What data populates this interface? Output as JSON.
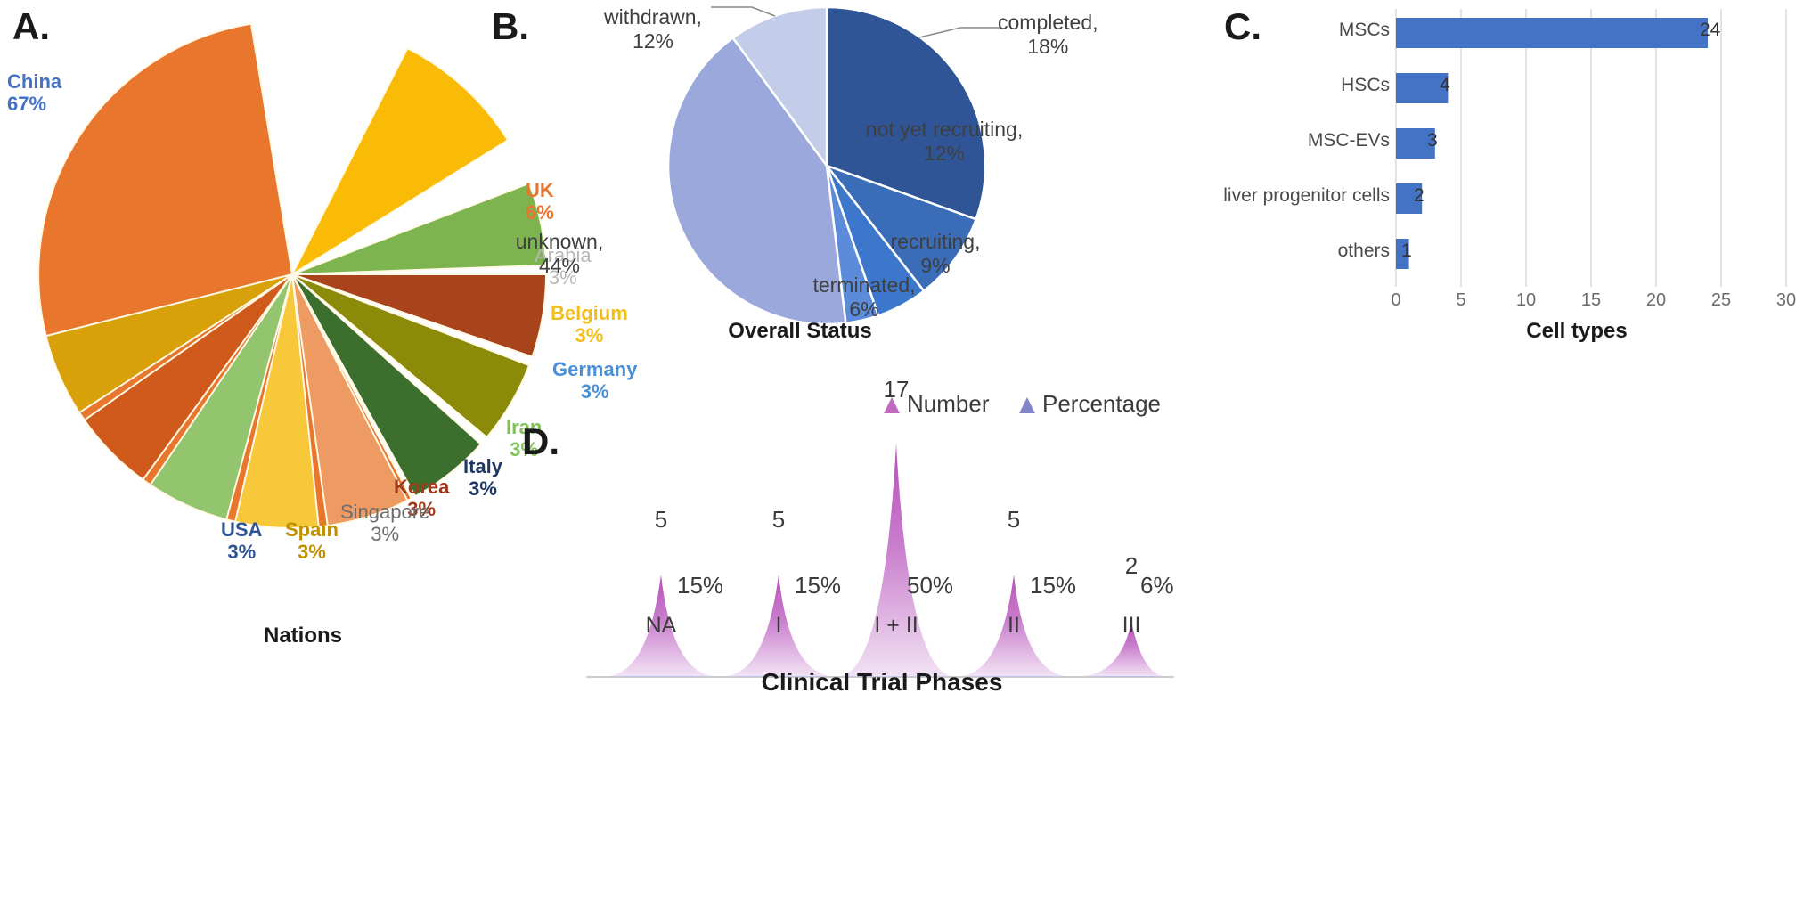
{
  "figure": {
    "panel_labels": {
      "a": "A.",
      "b": "B.",
      "c": "C.",
      "d": "D."
    }
  },
  "chart_data": [
    {
      "panel": "A",
      "type": "pie",
      "title": "Nations",
      "xlabel": "Nations",
      "ylabel": "",
      "labels": [
        "China",
        "UK",
        "Arabia",
        "Belgium",
        "Germany",
        "Iran",
        "Italy",
        "Korea",
        "Singapore",
        "Spain",
        "USA"
      ],
      "values": [
        67,
        6,
        3,
        3,
        3,
        3,
        3,
        3,
        3,
        3,
        3
      ],
      "value_labels": [
        "67%",
        "6%",
        "3%",
        "3%",
        "3%",
        "3%",
        "3%",
        "3%",
        "3%",
        "3%",
        "3%"
      ],
      "colors": [
        "#E8762C",
        "#FABB07",
        "#7DB450",
        "#A8431B",
        "#8C8A09",
        "#3C6E2E",
        "#EE9A63",
        "#F6C83A",
        "#93C46E",
        "#D05A1C",
        "#D9A109"
      ],
      "label_colors": [
        "#4472C4",
        "#E8762C",
        "#B7B7B7",
        "#F2BE1A",
        "#4A90D9",
        "#82C05A",
        "#1F3864",
        "#A03A1A",
        "#6D6D6D",
        "#BF9000",
        "#2E5496"
      ],
      "legend_position": "none",
      "grid": false
    },
    {
      "panel": "B",
      "type": "pie",
      "title": "Overall Status",
      "xlabel": "Overall Status",
      "ylabel": "",
      "labels": [
        "completed",
        "not yet recruiting",
        "recruiting",
        "terminated",
        "unknown",
        "withdrawn"
      ],
      "values": [
        18,
        12,
        9,
        6,
        44,
        12
      ],
      "value_labels": [
        "18%",
        "12%",
        "9%",
        "6%",
        "44%",
        "12%"
      ],
      "colors": [
        "#2F5597",
        "#3B6CB8",
        "#3D77CC",
        "#5B8BD9",
        "#9AA8DC",
        "#C3CCE8"
      ],
      "legend_position": "none",
      "grid": false
    },
    {
      "panel": "C",
      "type": "bar",
      "orientation": "horizontal",
      "title": "Cell types",
      "xlabel": "Cell types",
      "ylabel": "",
      "categories": [
        "MSCs",
        "HSCs",
        "MSC-EVs",
        "liver progenitor cells",
        "others"
      ],
      "values": [
        24,
        4,
        3,
        2,
        1
      ],
      "value_labels": [
        "24",
        "4",
        "3",
        "2",
        "1"
      ],
      "xticks": [
        0,
        5,
        10,
        15,
        20,
        25,
        30
      ],
      "xtick_labels": [
        "0",
        "5",
        "10",
        "15",
        "20",
        "25",
        "30"
      ],
      "xlim": [
        0,
        30
      ],
      "bar_color": "#4472C4",
      "grid": true,
      "legend_position": "none"
    },
    {
      "panel": "D",
      "type": "area",
      "title": "Clinical Trial Phases",
      "xlabel": "Clinical Trial Phases",
      "ylabel": "",
      "categories": [
        "NA",
        "I",
        "I + II",
        "II",
        "III"
      ],
      "series": [
        {
          "name": "Number",
          "values": [
            5,
            5,
            17,
            5,
            2
          ],
          "value_labels": [
            "5",
            "5",
            "17",
            "5",
            "2"
          ],
          "color": "#C06BC0"
        },
        {
          "name": "Percentage",
          "values": [
            15,
            15,
            50,
            15,
            6
          ],
          "value_labels": [
            "15%",
            "15%",
            "50%",
            "15%",
            "6%"
          ],
          "color": "#6A6FC4"
        }
      ],
      "legend_entries": [
        "Number",
        "Percentage"
      ],
      "legend_position": "top",
      "grid": false
    }
  ]
}
